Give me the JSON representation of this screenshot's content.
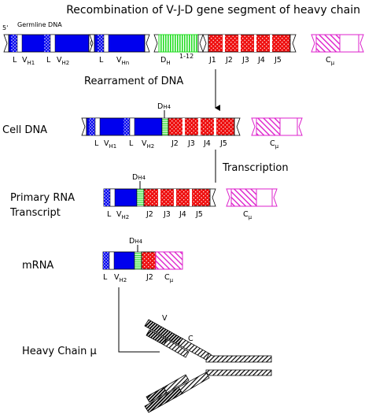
{
  "title": "Recombination of V-J-D gene segment of heavy chain",
  "germline": {
    "five_prime": "5'",
    "label": "Germline DNA",
    "seg_L1": "L",
    "seg_V1": "V",
    "seg_V1_sub": "H1",
    "seg_L2": "L",
    "seg_V2": "V",
    "seg_V2_sub": "H2",
    "seg_L3": "L",
    "seg_Vn": "V",
    "seg_Vn_sub": "Hn",
    "seg_D": "D",
    "seg_D_sub": "H",
    "seg_D_range": "1-12",
    "seg_J1": "J1",
    "seg_J2": "J2",
    "seg_J3": "J3",
    "seg_J4": "J4",
    "seg_J5": "J5",
    "seg_C": "C",
    "seg_C_sub": "μ"
  },
  "step_rearrangement": "Rearrament of DNA",
  "cell_dna": {
    "label": "Cell DNA",
    "d_label": "D",
    "d_sub": "H4",
    "seg_L1": "L",
    "seg_V1": "V",
    "seg_V1_sub": "H1",
    "seg_L2": "L",
    "seg_V2": "V",
    "seg_V2_sub": "H2",
    "seg_J2": "J2",
    "seg_J3": "J3",
    "seg_J4": "J4",
    "seg_J5": "J5",
    "seg_C": "C",
    "seg_C_sub": "μ"
  },
  "step_transcription": "Transcription",
  "primary_rna": {
    "label_line1": "Primary RNA",
    "label_line2": "Transcript",
    "d_label": "D",
    "d_sub": "H4",
    "seg_L": "L",
    "seg_V": "V",
    "seg_V_sub": "H2",
    "seg_J2": "J2",
    "seg_J3": "J3",
    "seg_J4": "J4",
    "seg_J5": "J5",
    "seg_C": "C",
    "seg_C_sub": "μ"
  },
  "mrna": {
    "label": "mRNA",
    "d_label": "D",
    "d_sub": "H4",
    "seg_L": "L",
    "seg_V": "V",
    "seg_V_sub": "H2",
    "seg_J2": "J2",
    "seg_C": "C",
    "seg_C_sub": "μ"
  },
  "heavy_chain": {
    "label": "Heavy Chain μ",
    "v_label": "V",
    "c_label": "C"
  },
  "colors": {
    "v_blue": "#0000ee",
    "d_green": "#22dd22",
    "j_red": "#ee1111",
    "c_magenta": "#dd22cc"
  }
}
